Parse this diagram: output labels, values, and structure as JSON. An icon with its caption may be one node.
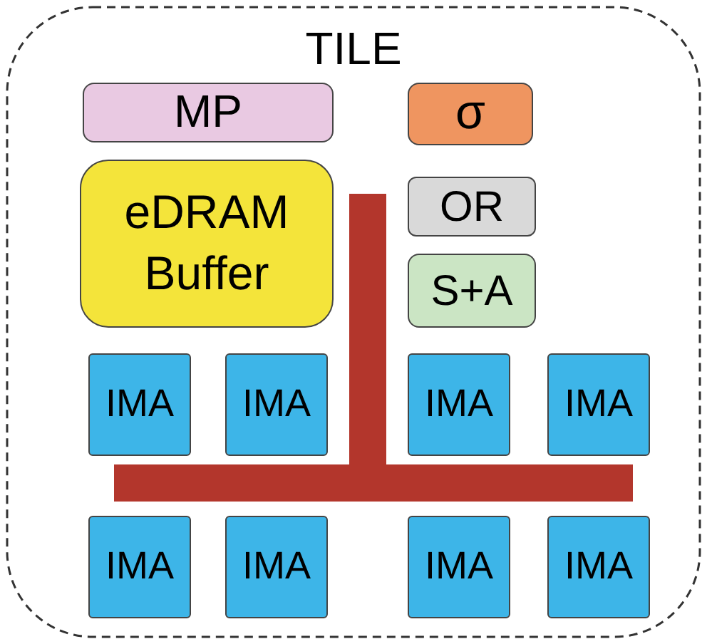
{
  "diagram": {
    "nodes": [
      {
        "text": [
          "TILE"
        ]
      },
      {
        "text": [
          "MP"
        ],
        "in": 0
      },
      {
        "text": [
          "σ"
        ],
        "in": 0
      },
      {
        "text": [
          "eDRAM Buffer"
        ],
        "in": 0
      },
      {
        "text": [
          "OR"
        ],
        "in": 0
      },
      {
        "text": [
          "S+A"
        ],
        "in": 0
      },
      {
        "text": [
          "IMA"
        ],
        "in": 0
      },
      {
        "text": [
          "IMA"
        ],
        "in": 0
      },
      {
        "text": [
          "IMA"
        ],
        "in": 0
      },
      {
        "text": [
          "IMA"
        ],
        "in": 0
      },
      {
        "text": [
          "IMA"
        ],
        "in": 0
      },
      {
        "text": [
          "IMA"
        ],
        "in": 0
      },
      {
        "text": [
          "IMA"
        ],
        "in": 0
      },
      {
        "text": [
          "IMA"
        ],
        "in": 0
      },
      {
        "text": [],
        "shape": "bar",
        "in": 0
      }
    ],
    "edges": []
  }
}
